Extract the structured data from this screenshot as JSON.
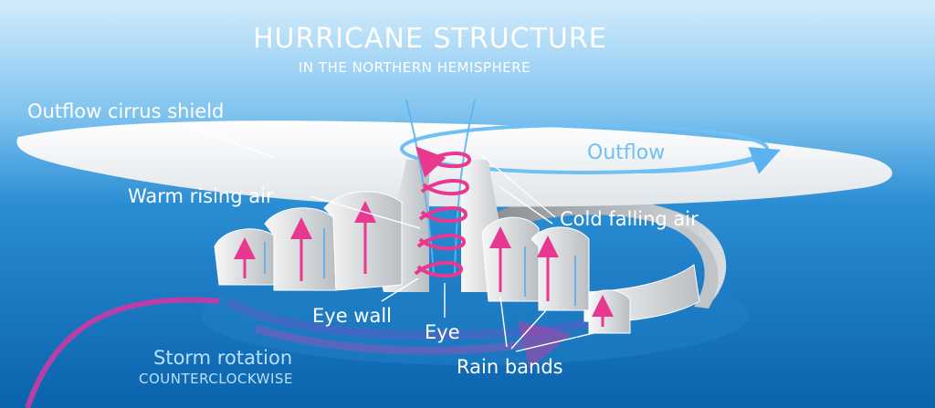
{
  "title": "HURRICANE STRUCTURE",
  "subtitle": "IN THE NORTHERN HEMISPHERE",
  "labels": {
    "outflow_cirrus_shield": "Outflow cirrus shield",
    "outflow": "Outflow",
    "warm_rising_air": "Warm rising air",
    "cold_falling_air": "Cold falling air",
    "eye_wall": "Eye wall",
    "eye": "Eye",
    "rain_bands": "Rain bands",
    "storm_rotation": "Storm rotation",
    "counterclockwise": "COUNTERCLOCKWISE"
  },
  "colors": {
    "sky_top": "#cfeafc",
    "sea": "#0d6fb8",
    "cloud": "#f4f6f7",
    "warm_air": "#e8388f",
    "cold_air": "#5cb2ee",
    "storm_path": "#b93fa6"
  }
}
